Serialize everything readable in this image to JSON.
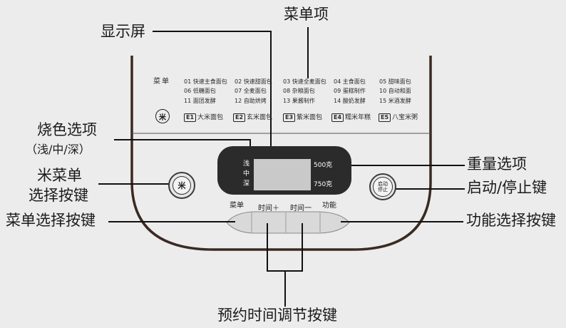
{
  "callouts": {
    "menu_items": "菜单项",
    "display_screen": "显示屏",
    "browning_line1": "烧色选项",
    "browning_line2": "（浅/中/深）",
    "rice_menu_line1": "米菜单",
    "rice_menu_line2": "选择按键",
    "menu_select": "菜单选择按键",
    "weight_option": "重量选项",
    "start_stop": "启动/停止键",
    "function_select": "功能选择按键",
    "timer_adjust": "预约时间调节按键"
  },
  "menu_panel": {
    "title": "菜单",
    "items": [
      [
        "01 快速主食面包",
        "02 快速甜面包",
        "03 快速全麦面包",
        "04 主食面包",
        "05 甜味面包"
      ],
      [
        "06 低糖面包",
        "07 全麦面包",
        "08 杂粮面包",
        "09 蛋糕制作",
        "10 自动和面"
      ],
      [
        "11 面团发酵",
        "12 自助烘烤",
        "13 果酱制作",
        "14 酸奶发酵",
        "15 米酒发酵"
      ]
    ],
    "rice_icon": "米",
    "rice_items": [
      {
        "code": "E1",
        "name": "大米面包"
      },
      {
        "code": "E2",
        "name": "玄米面包"
      },
      {
        "code": "E3",
        "name": "紫米面包"
      },
      {
        "code": "E4",
        "name": "糯米年糕"
      },
      {
        "code": "E5",
        "name": "八宝米粥"
      }
    ]
  },
  "display": {
    "browning": [
      "浅",
      "中",
      "深"
    ],
    "weights": [
      "500克",
      "750克"
    ]
  },
  "buttons": {
    "rice_menu": "米",
    "start_line1": "启动",
    "start_line2": "停止"
  },
  "keys": {
    "menu": "菜单",
    "time_plus": "时间＋",
    "time_minus": "时间一",
    "function": "功能"
  },
  "colors": {
    "background": "#ececec",
    "outline": "#3a2a22",
    "display_panel": "#2b2b2b",
    "lcd": "#c9c9c9"
  }
}
